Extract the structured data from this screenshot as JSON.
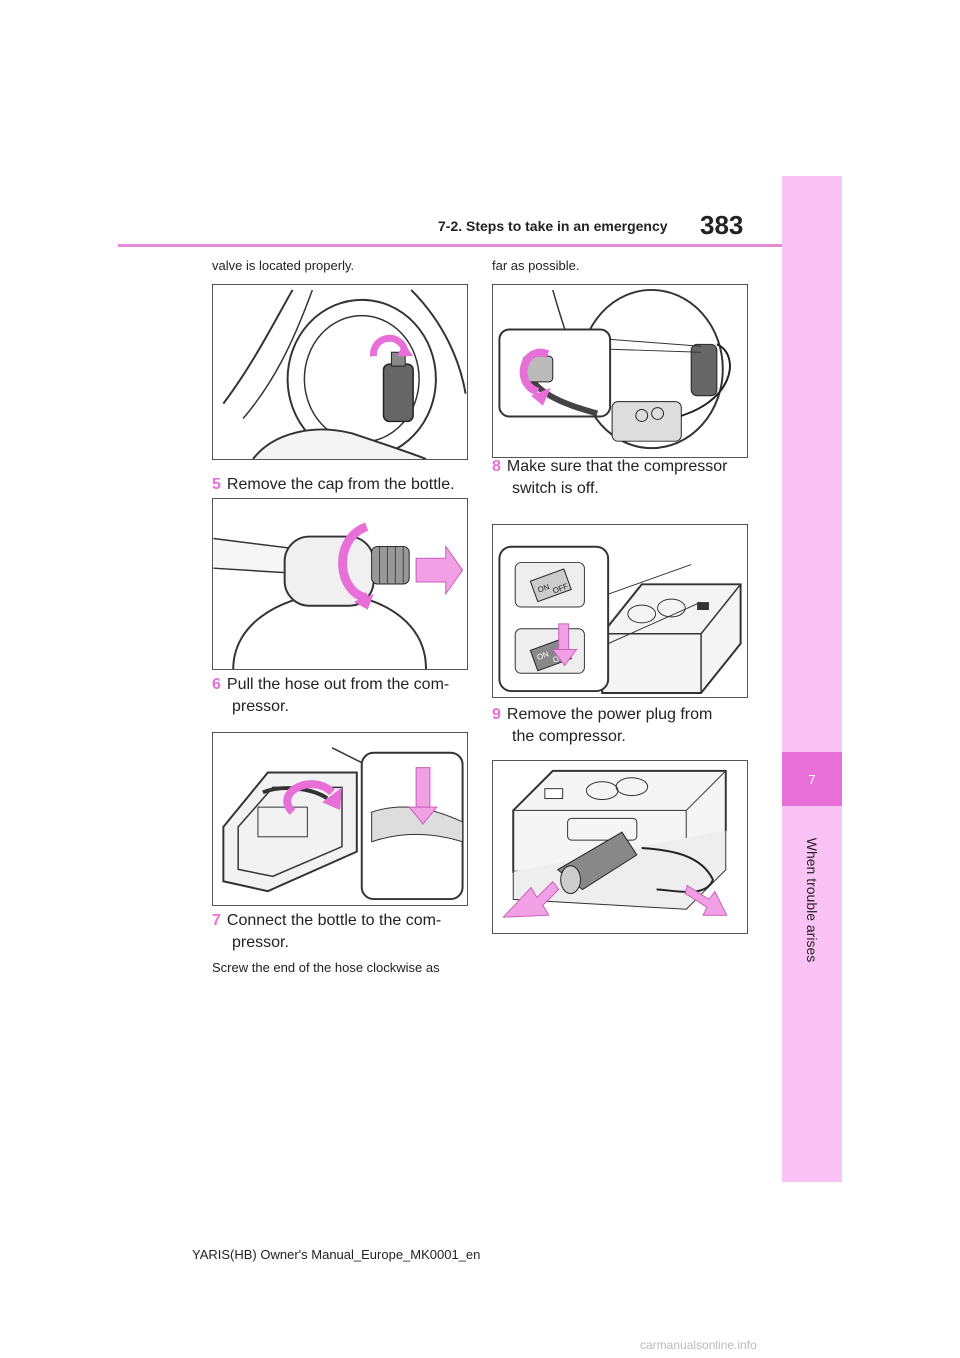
{
  "header": {
    "section": "7-2. Steps to take in an emergency",
    "page_number": "383"
  },
  "sidebar": {
    "chapter_number": "7",
    "chapter_title": "When trouble arises"
  },
  "left_column": {
    "continuation": "valve is located properly.",
    "step5": {
      "number": "5",
      "text": "Remove the cap from the bottle."
    },
    "step6": {
      "number": "6",
      "line1": "Pull the hose out from the com-",
      "line2": "pressor."
    },
    "step7": {
      "number": "7",
      "line1": "Connect the bottle to the com-",
      "line2": "pressor."
    },
    "note": "Screw the end of the hose clockwise as"
  },
  "right_column": {
    "continuation": "far as possible.",
    "step8": {
      "number": "8",
      "line1": "Make sure that the compressor",
      "line2": "switch is off."
    },
    "step9": {
      "number": "9",
      "line1": "Remove the power plug from",
      "line2": "the compressor."
    }
  },
  "figure_labels": {
    "switch_top": "OFF",
    "switch_top_alt": "ON",
    "switch_bottom_on": "ON",
    "switch_bottom_off": "OFF"
  },
  "footer": {
    "text": "YARIS(HB) Owner's Manual_Europe_MK0001_en"
  },
  "watermark": {
    "text": "carmanualsonline.info"
  },
  "colors": {
    "accent_pink": "#e86fd8",
    "sidebar_pink": "#fbc3f5",
    "arrow_pink": "#f2a0e6"
  }
}
